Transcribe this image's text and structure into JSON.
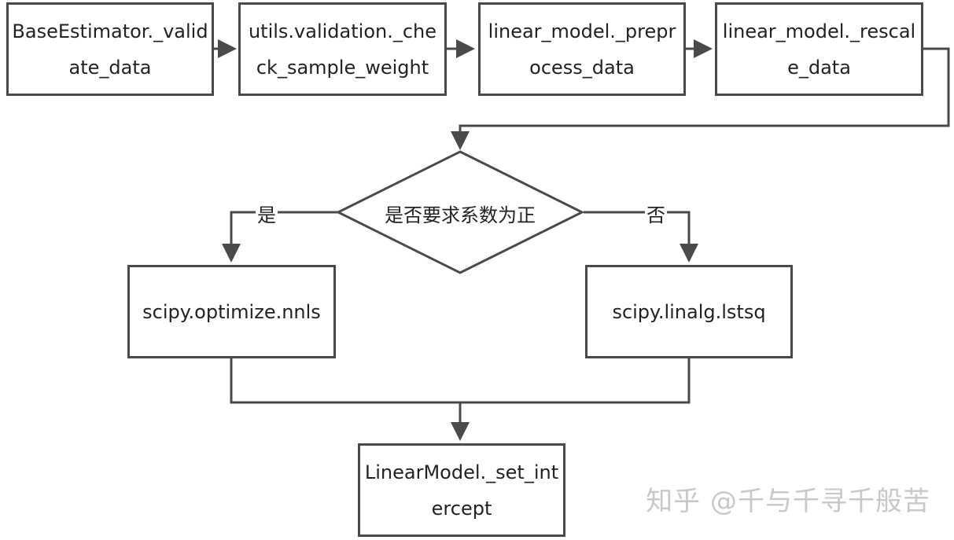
{
  "nodes": {
    "n1": "BaseEstimator._validate_data",
    "n2": "utils.validation._check_sample_weight",
    "n3": "linear_model._preprocess_data",
    "n4": "linear_model._rescale_data",
    "decision": "是否要求系数为正",
    "yes_label": "是",
    "no_label": "否",
    "left": "scipy.optimize.nnls",
    "right": "scipy.linalg.lstsq",
    "final": "LinearModel._set_intercept"
  },
  "watermark": "知乎 @千与千寻千般苦"
}
